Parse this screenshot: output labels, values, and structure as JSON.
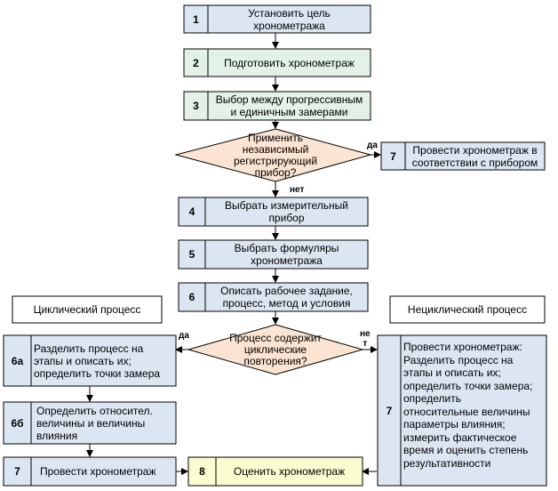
{
  "colors": {
    "blue_fill": "#dce6f2",
    "green_fill": "#e3f1e6",
    "yellow_fill": "#fbfcd0",
    "orange_fill": "#fce4d2",
    "stroke": "#000000"
  },
  "steps": {
    "s1": {
      "num": "1",
      "text": "Установить цель\nхронометража"
    },
    "s2": {
      "num": "2",
      "text": "Подготовить хронометраж"
    },
    "s3": {
      "num": "3",
      "text": "Выбор между прогрессивным\nи единичным замерами"
    },
    "d1": {
      "text": "Применить\nнезависимый\nрегистрирующий\nприбор?"
    },
    "s7a": {
      "num": "7",
      "text": "Провести хронометраж в\nсоответствии с прибором"
    },
    "s4": {
      "num": "4",
      "text": "Выбрать измерительный\nприбор"
    },
    "s5": {
      "num": "5",
      "text": "Выбрать формуляры\nхронометража"
    },
    "s6": {
      "num": "6",
      "text": "Описать рабочее задание,\nпроцесс, метод и условия"
    },
    "d2": {
      "text": "Процесс содержит\nциклические\nповторения?"
    },
    "s6a": {
      "num": "6а",
      "text": "Разделить процесс на\nэтапы и описать их;\nопределить точки замера"
    },
    "s6b": {
      "num": "6б",
      "text": "Определить  относител.\nвеличины и величины\nвлияния"
    },
    "s7b": {
      "num": "7",
      "text": "Провести хронометраж"
    },
    "s8": {
      "num": "8",
      "text": "Оценить хронометраж"
    },
    "s7c": {
      "num": "7",
      "text": "Провести хронометраж:\nРазделить процесс на\nэтапы и описать их;\nопределить точки замера;\nопределить\nотносительные величины\nпараметры влияния;\nизмерить фактическое\nвремя и оценить степень\nрезультативности"
    }
  },
  "labels": {
    "cyclic": "Циклический процесс",
    "noncyclic": "Нециклический процесс",
    "yes1": "да",
    "no1": "нет",
    "yes2": "да",
    "no2": "не\nт"
  }
}
